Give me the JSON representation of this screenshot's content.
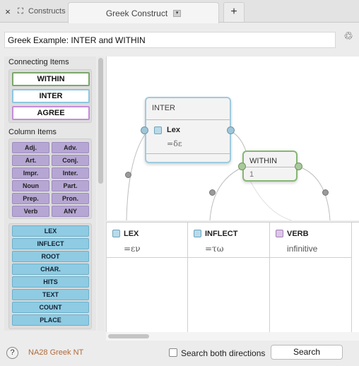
{
  "tabs": {
    "close_icon": "×",
    "expand_icon": "⛶",
    "panel_label": "Constructs",
    "active_tab": "Greek Construct",
    "dropdown_icon": "▾",
    "add_icon": "+"
  },
  "construct": {
    "title": "Greek Example: INTER and WITHIN",
    "recycle_icon": "♲"
  },
  "palette": {
    "connecting_title": "Connecting Items",
    "connecting_items": [
      "WITHIN",
      "INTER",
      "AGREE"
    ],
    "column_title": "Column Items",
    "column_items": [
      "Adj.",
      "Adv.",
      "Art.",
      "Conj.",
      "Impr.",
      "Inter.",
      "Noun",
      "Part.",
      "Prep.",
      "Pron.",
      "Verb",
      "ANY"
    ],
    "field_items": [
      "LEX",
      "INFLECT",
      "ROOT",
      "CHAR.",
      "HITS",
      "TEXT",
      "COUNT",
      "PLACE"
    ]
  },
  "canvas": {
    "inter_node": {
      "title": "INTER",
      "item_label": "Lex",
      "item_value": "=δε"
    },
    "within_node": {
      "title": "WITHIN",
      "value": "1"
    }
  },
  "grid": {
    "columns": [
      {
        "label": "LEX",
        "value": "=εν",
        "kind": "blue"
      },
      {
        "label": "INFLECT",
        "value": "=τω",
        "kind": "blue"
      },
      {
        "label": "VERB",
        "value": "infinitive",
        "kind": "purple"
      }
    ]
  },
  "footer": {
    "help_icon": "?",
    "corpus": "NA28 Greek NT",
    "both_directions_label": "Search both directions",
    "search_label": "Search"
  },
  "colors": {
    "within": "#7ba86a",
    "inter": "#8ec6df",
    "agree": "#c48cd9",
    "part_of_speech": "#b6a6d3",
    "field": "#8fcbe2",
    "corpus_text": "#b06a3a"
  }
}
